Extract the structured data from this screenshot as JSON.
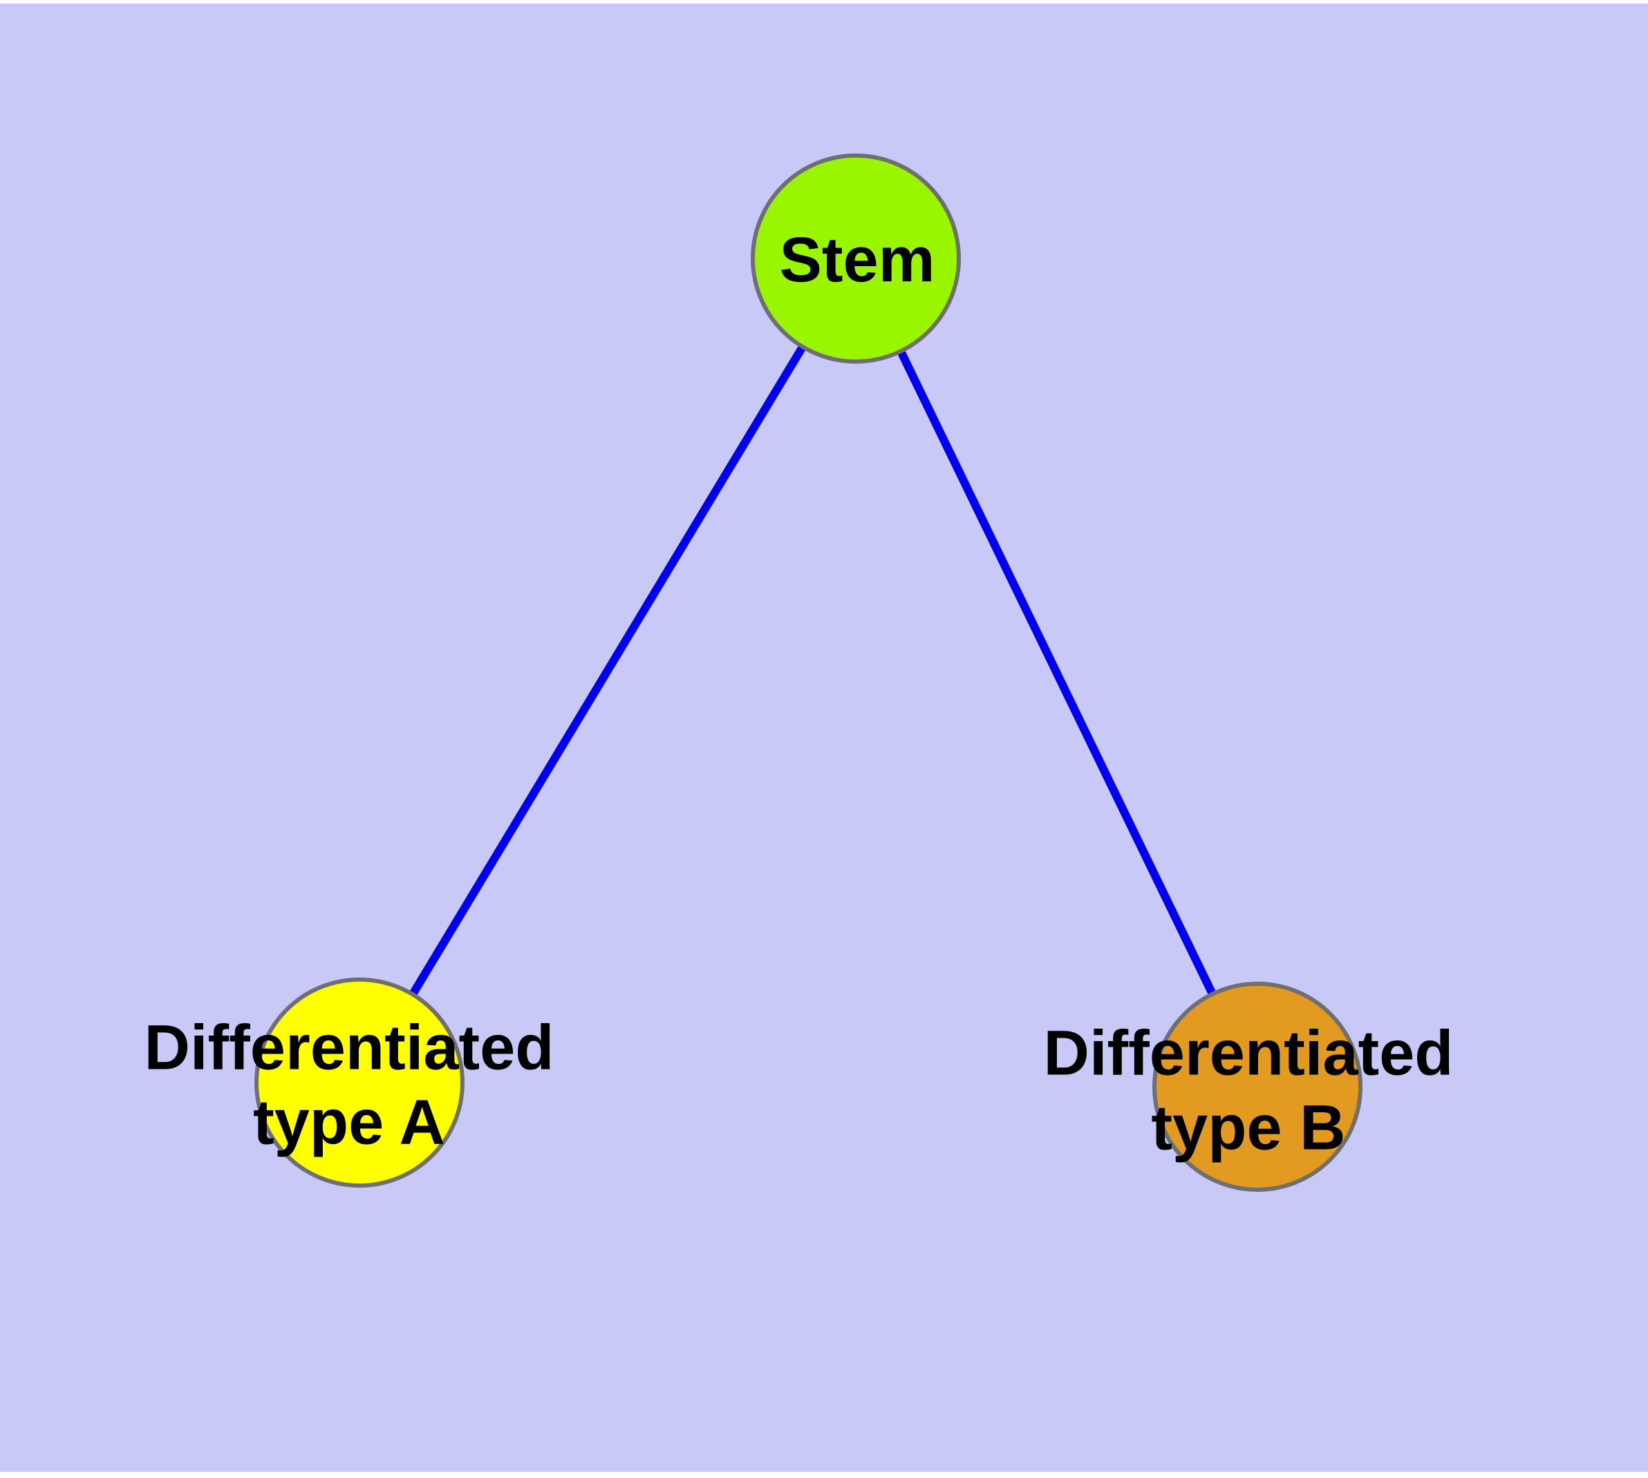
{
  "diagram": {
    "type": "node-link-graph",
    "nodes": [
      {
        "id": "stem",
        "label": "Stem",
        "fill": "#9AF500"
      },
      {
        "id": "type_a",
        "label_line1": "Differentiated",
        "label_line2": "type A",
        "fill": "#FFFF00"
      },
      {
        "id": "type_b",
        "label_line1": "Differentiated",
        "label_line2": "type B",
        "fill": "#E29A20"
      }
    ],
    "edges": [
      {
        "from": "Stem",
        "to": "Differentiated type A"
      },
      {
        "from": "Stem",
        "to": "Differentiated type B"
      }
    ],
    "colors": {
      "background": "#C9C9F8",
      "node_border": "#6F6F6F",
      "edge": "#0000EE",
      "label_text": "#000000"
    }
  }
}
